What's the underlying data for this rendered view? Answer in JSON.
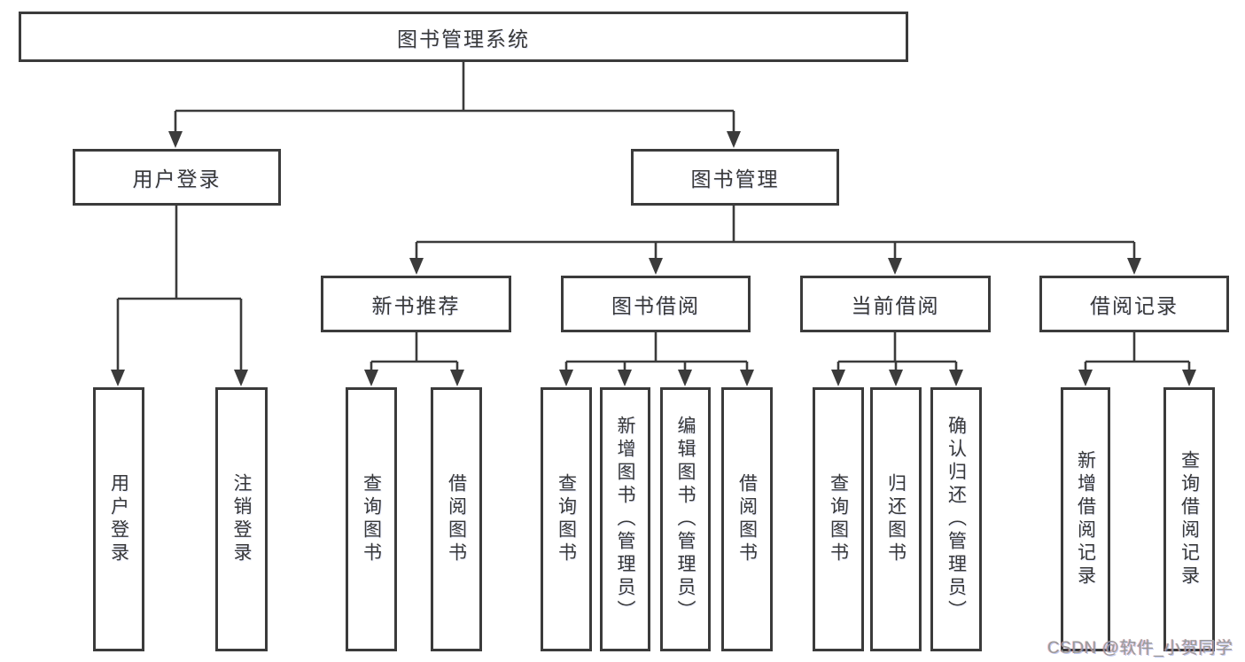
{
  "page": {
    "background": "#ffffff"
  },
  "colors": {
    "line": "#3b3b3b",
    "text": "#383838",
    "box_background": "#ffffff",
    "watermark": "#9a9a9a"
  },
  "diagram": {
    "root": {
      "label": "图书管理系统"
    },
    "level2": [
      {
        "label": "用户登录"
      },
      {
        "label": "图书管理"
      }
    ],
    "level3": [
      {
        "label": "新书推荐"
      },
      {
        "label": "图书借阅"
      },
      {
        "label": "当前借阅"
      },
      {
        "label": "借阅记录"
      }
    ],
    "leaves": {
      "user_login": [
        {
          "label": "用户登录"
        },
        {
          "label": "注销登录"
        }
      ],
      "new_book_recommend": [
        {
          "label": "查询图书"
        },
        {
          "label": "借阅图书"
        }
      ],
      "book_borrow": [
        {
          "label": "查询图书"
        },
        {
          "label": "新增图书（管理员）"
        },
        {
          "label": "编辑图书（管理员）"
        },
        {
          "label": "借阅图书"
        }
      ],
      "current_borrow": [
        {
          "label": "查询图书"
        },
        {
          "label": "归还图书"
        },
        {
          "label": "确认归还（管理员）"
        }
      ],
      "borrow_records": [
        {
          "label": "新增借阅记录"
        },
        {
          "label": "查询借阅记录"
        }
      ]
    }
  },
  "watermark": {
    "text": "CSDN @软件_小贺同学"
  }
}
